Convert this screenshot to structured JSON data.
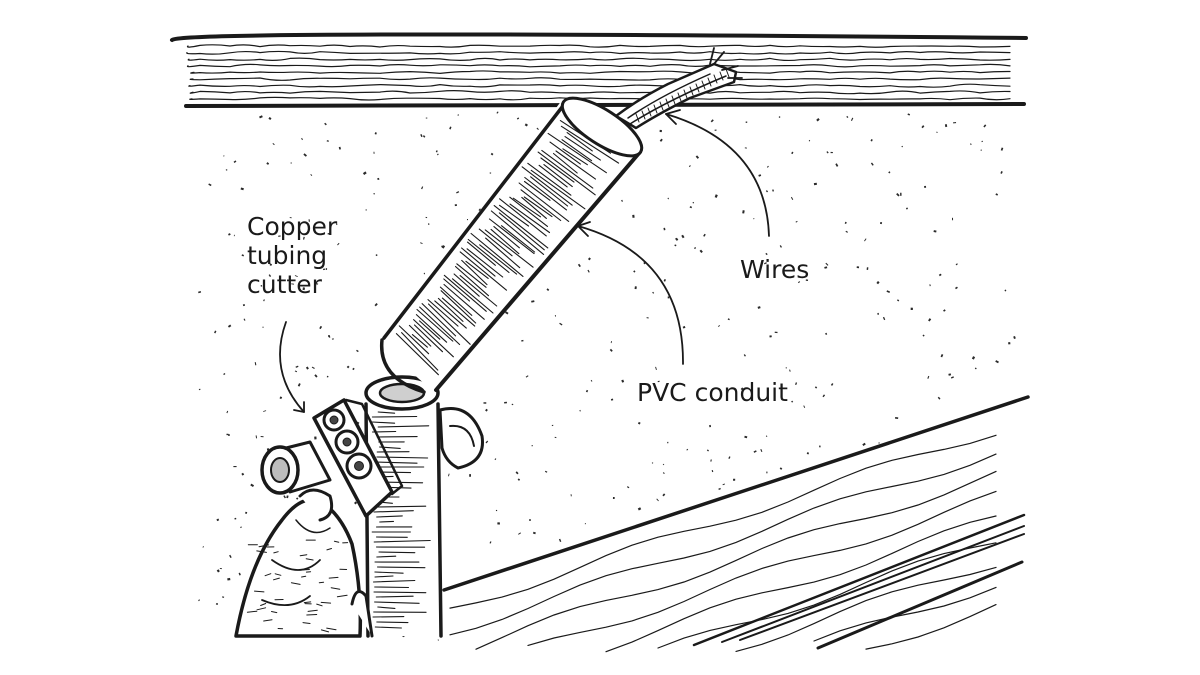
{
  "labels": {
    "cutter_line1": "Copper",
    "cutter_line2": "tubing",
    "cutter_line3": "cutter",
    "wires": "Wires",
    "conduit": "PVC conduit"
  },
  "colors": {
    "ink": "#1a1a1a",
    "paper": "#ffffff"
  }
}
